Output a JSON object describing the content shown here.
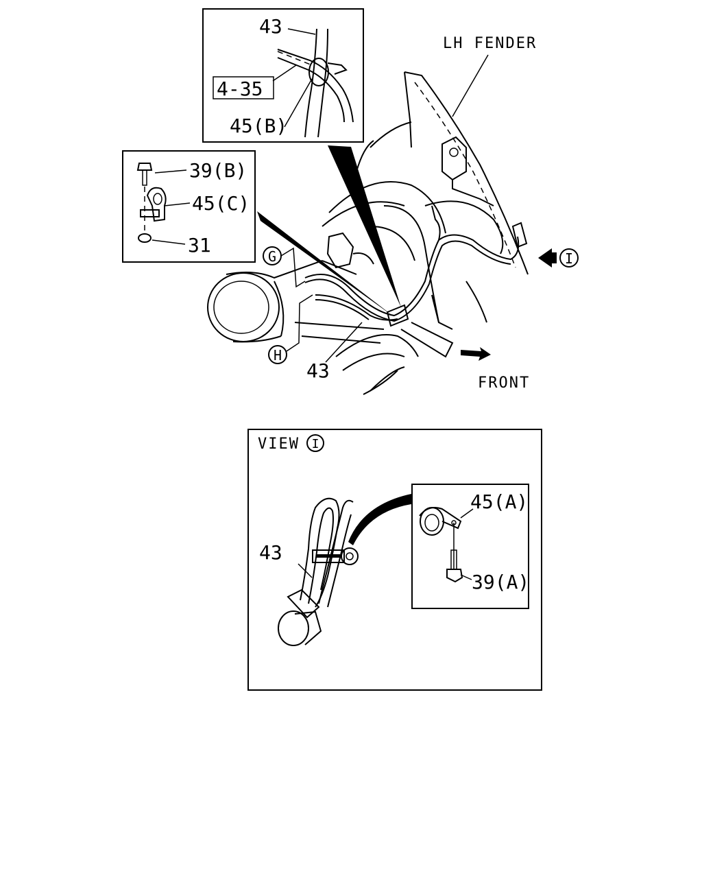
{
  "main_diagram": {
    "fender_label": "LH FENDER",
    "front_label": "FRONT",
    "harness_label": "43",
    "marker_g": "G",
    "marker_h": "H",
    "marker_i": "I"
  },
  "detail_top": {
    "harness_label": "43",
    "ref_label": "4-35",
    "clip_label": "45(B)"
  },
  "detail_left": {
    "bolt_label": "39(B)",
    "clip_label": "45(C)",
    "nut_label": "31"
  },
  "view_panel": {
    "title_prefix": "VIEW",
    "title_marker": "I",
    "harness_label": "43",
    "clip_label": "45(A)",
    "bolt_label": "39(A)"
  }
}
